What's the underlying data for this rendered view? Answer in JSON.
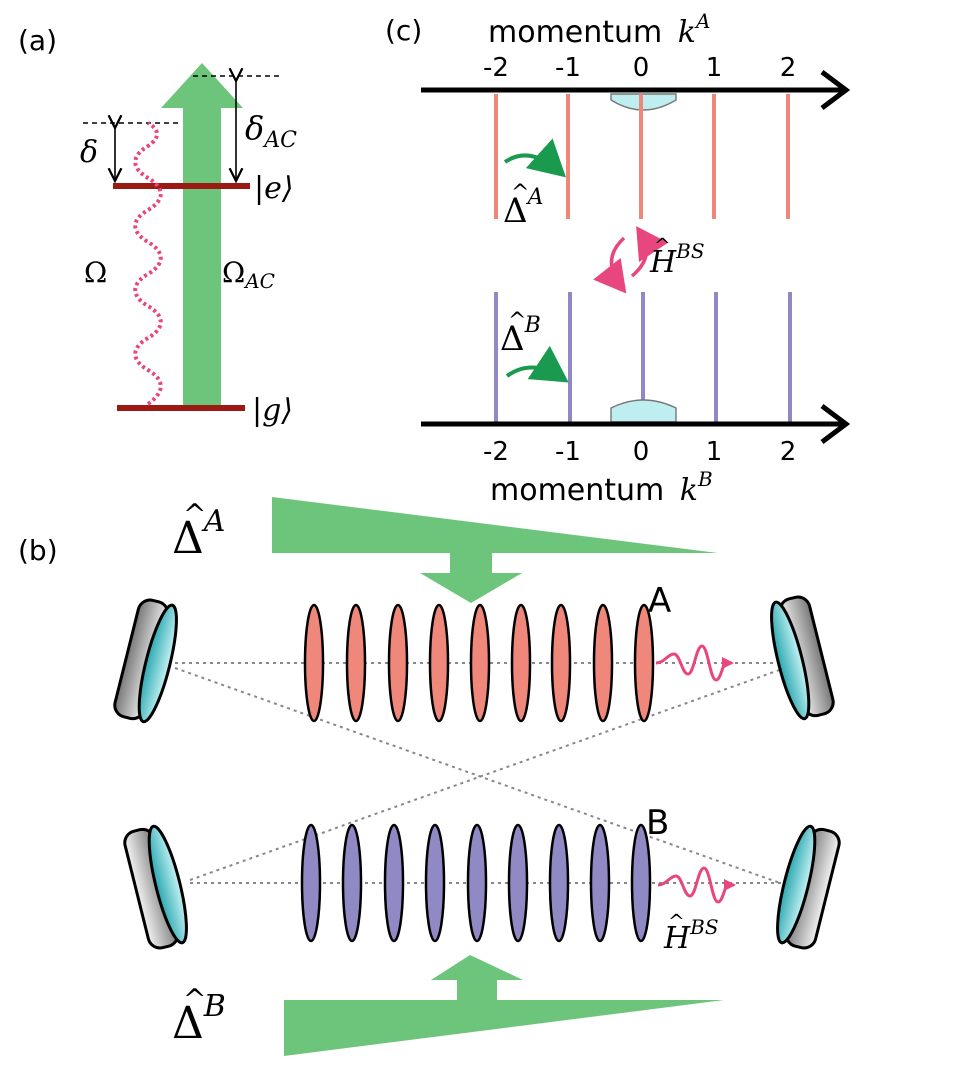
{
  "panel_a": {
    "label": "(a)",
    "delta": "δ",
    "delta_ac": {
      "base": "δ",
      "sub": "AC"
    },
    "excited_state": "|e⟩",
    "ground_state": "|g⟩",
    "omega": "Ω",
    "omega_ac": {
      "base": "Ω",
      "sub": "AC"
    }
  },
  "panel_b": {
    "label": "(b)",
    "cloud_a_label": "A",
    "cloud_b_label": "B",
    "delta_a": {
      "base": "Δ",
      "sup": "A"
    },
    "delta_b": {
      "base": "Δ",
      "sup": "B"
    },
    "h_bs": {
      "base": "H",
      "sup": "BS"
    }
  },
  "panel_c": {
    "label": "(c)",
    "axis_a_title": "momentum",
    "axis_a_var": {
      "base": "k",
      "sup": "A"
    },
    "axis_b_title": "momentum",
    "axis_b_var": {
      "base": "k",
      "sup": "B"
    },
    "ticks": [
      "-2",
      "-1",
      "0",
      "1",
      "2"
    ],
    "delta_a": {
      "base": "Δ",
      "sup": "A"
    },
    "delta_b": {
      "base": "Δ",
      "sup": "B"
    },
    "h_bs": {
      "base": "H",
      "sup": "BS"
    }
  },
  "colors": {
    "green": "#6cc57a",
    "green_dark": "#1a9a4f",
    "salmon": "#f0877b",
    "purple": "#9189c4",
    "pink": "#e8467f",
    "dark_red": "#9b1b14",
    "cyan": "#bfeef0"
  }
}
